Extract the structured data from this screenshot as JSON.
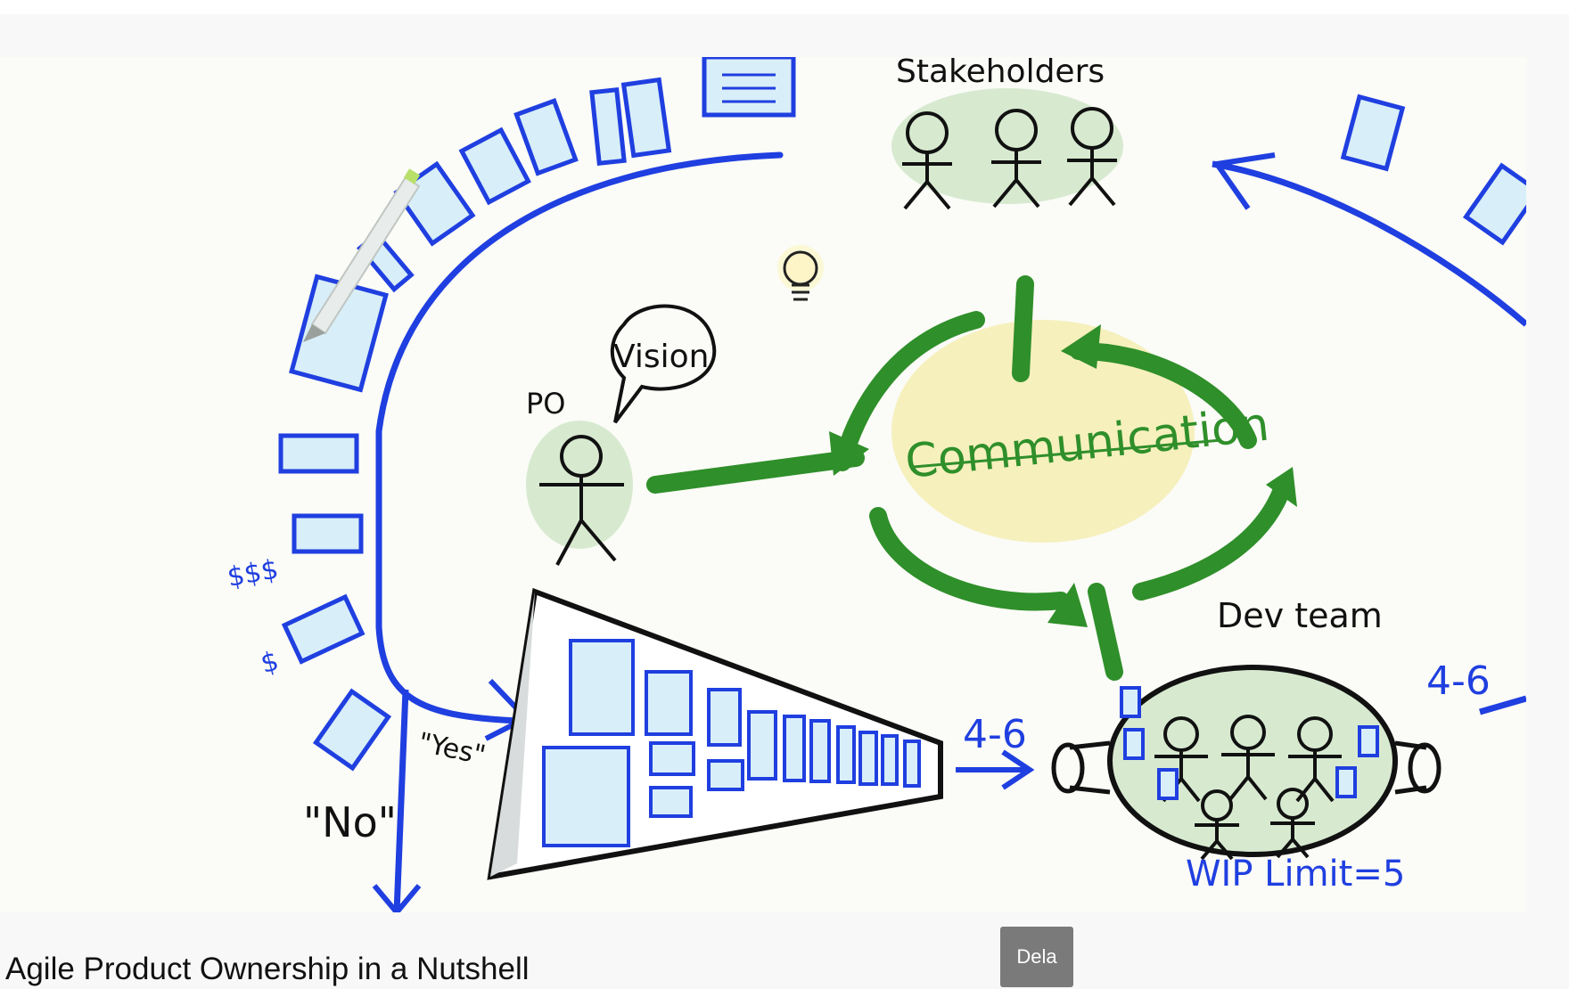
{
  "video": {
    "title": "Agile Product Ownership in a Nutshell",
    "share_label": "Dela"
  },
  "sketch": {
    "stakeholders_label": "Stakeholders",
    "vision_label": "Vision",
    "po_label": "PO",
    "communication_label": "Communication",
    "dev_team_label": "Dev team",
    "velocity_in_label": "4-6",
    "velocity_out_label": "4-6",
    "wip_label": "WIP Limit=5",
    "yes_label": "\"Yes\"",
    "no_label": "\"No\"",
    "value_high_label": "$$$",
    "value_low_label": "$"
  },
  "colors": {
    "story_blue": "#1f3fe0",
    "story_fill": "#d8eef8",
    "arrow_green": "#2f8f2a",
    "bubble_green": "#d7ead0",
    "comm_yellow": "#f6f0bd"
  }
}
